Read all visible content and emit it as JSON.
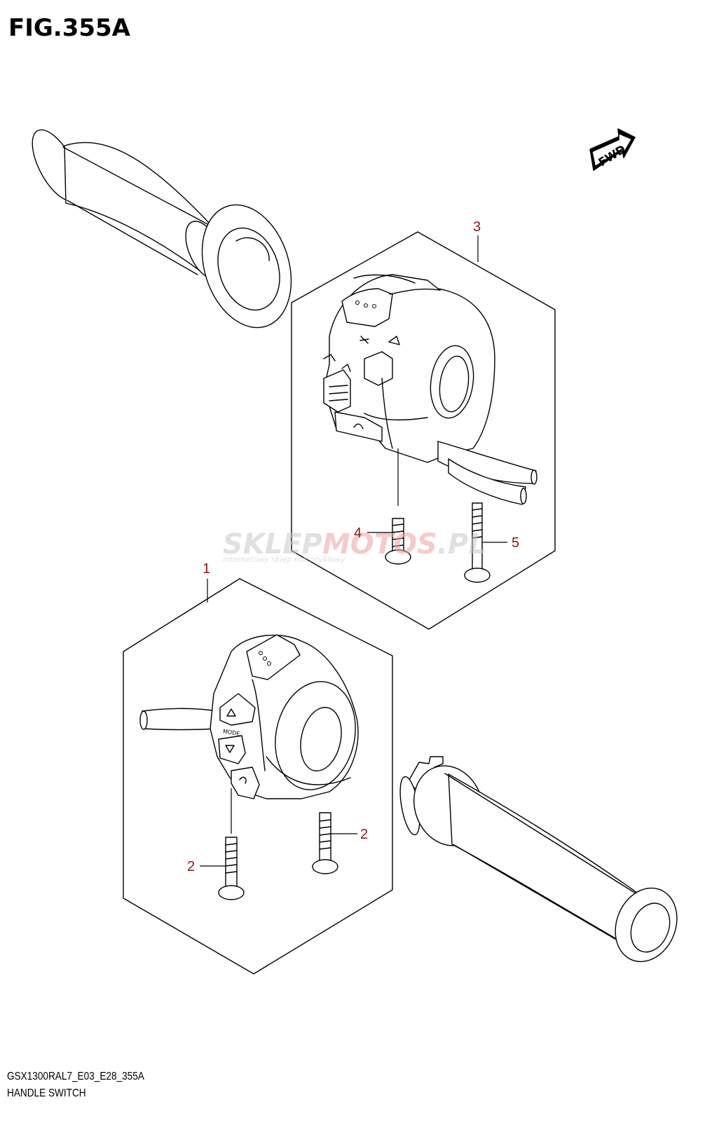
{
  "figure": {
    "title": "FIG.355A",
    "code": "GSX1300RAL7_E03_E28_355A",
    "caption": "HANDLE SWITCH"
  },
  "fwd_label": "FWD",
  "watermark": {
    "brand_a": "SKLEP",
    "brand_b": "MOTO",
    "brand_c": "S",
    "brand_d": ".PL",
    "tagline": "internetowy sklep motocyklowy"
  },
  "switch_labels": {
    "mode": "MODE"
  },
  "callouts": [
    {
      "id": "c1",
      "label": "1"
    },
    {
      "id": "c2a",
      "label": "2"
    },
    {
      "id": "c2b",
      "label": "2"
    },
    {
      "id": "c3",
      "label": "3"
    },
    {
      "id": "c4",
      "label": "4"
    },
    {
      "id": "c5",
      "label": "5"
    }
  ],
  "colors": {
    "callout_number": "#8b1a1a",
    "watermark_gray": "#c8c8c8",
    "watermark_red": "#f0a0a0"
  }
}
